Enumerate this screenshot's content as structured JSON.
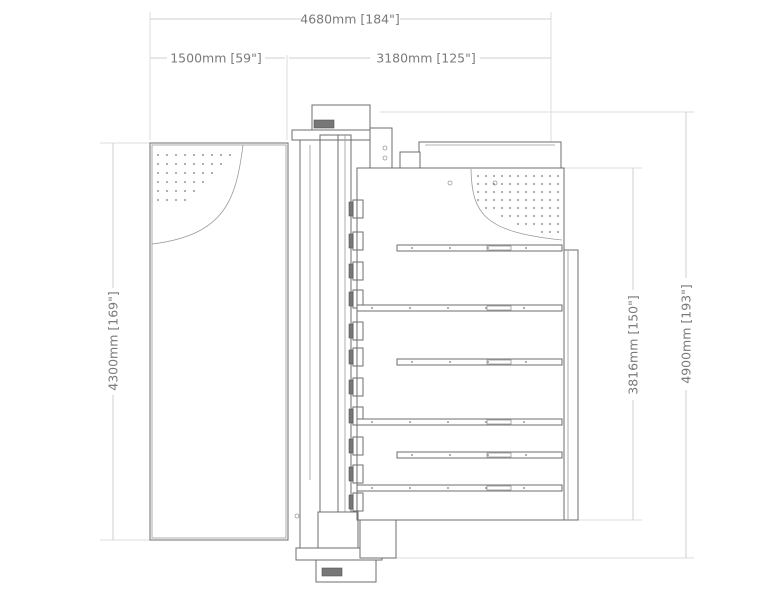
{
  "dimensions": {
    "overall_width": "4680mm [184\"]",
    "loading_width": "1500mm [59\"]",
    "machine_width": "3180mm [125\"]",
    "loading_length": "4300mm [169\"]",
    "table_length": "3816mm [150\"]",
    "overall_length": "4900mm [193\"]"
  }
}
